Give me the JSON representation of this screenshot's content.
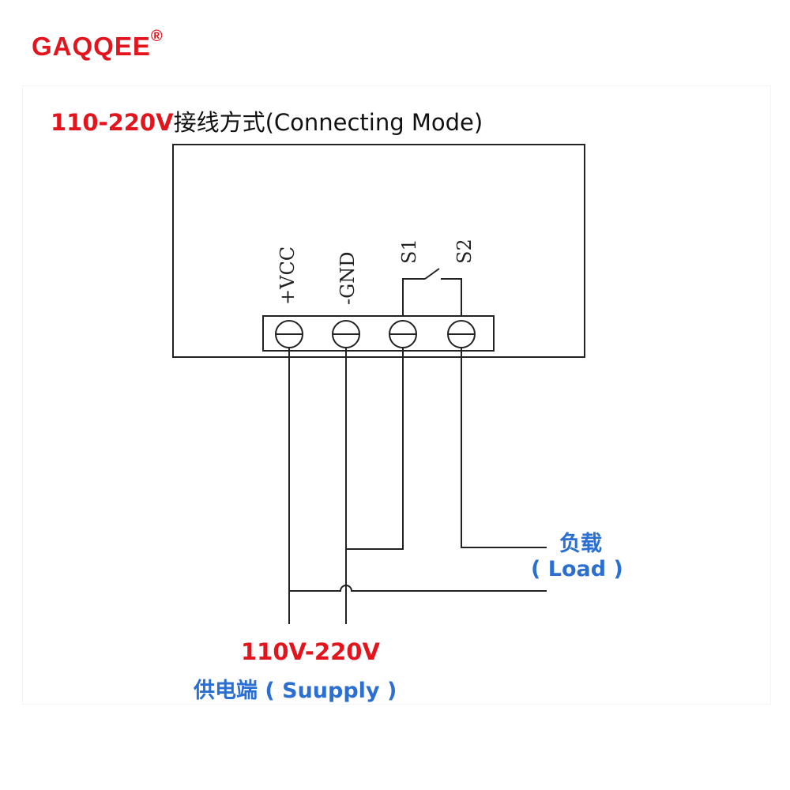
{
  "brand": {
    "name": "GAQQEE",
    "mark": "®"
  },
  "title": {
    "voltage": "110-220V",
    "text": "接线方式(Connecting  Mode)"
  },
  "terminals": [
    {
      "label": "+VCC"
    },
    {
      "label": "-GND"
    },
    {
      "label": "S1"
    },
    {
      "label": "S2"
    }
  ],
  "load": {
    "cn": "负载",
    "en": "( Load )"
  },
  "supply": {
    "voltage": "110V-220V",
    "text": "供电端 ( Suupply )"
  },
  "colors": {
    "brand": "#e3141c",
    "label_blue": "#2a6fd1",
    "line": "#222222"
  }
}
